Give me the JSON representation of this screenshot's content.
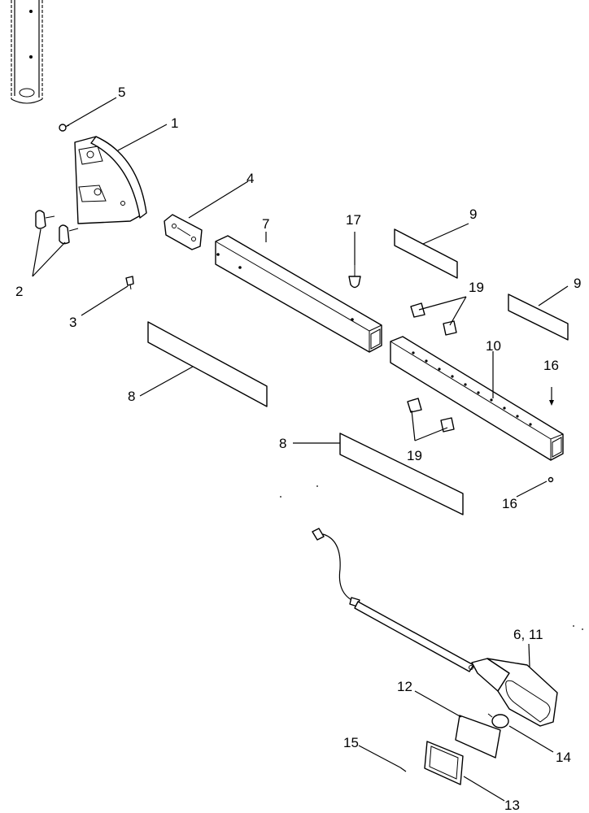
{
  "diagram": {
    "callouts": {
      "c1": "1",
      "c2": "2",
      "c3": "3",
      "c4": "4",
      "c5": "5",
      "c7": "7",
      "c8a": "8",
      "c8b": "8",
      "c9a": "9",
      "c9b": "9",
      "c10": "10",
      "c12": "12",
      "c13": "13",
      "c14": "14",
      "c15": "15",
      "c16a": "16",
      "c16b": "16",
      "c17": "17",
      "c19a": "19",
      "c19b": "19",
      "c6_11": "6, 11"
    }
  }
}
